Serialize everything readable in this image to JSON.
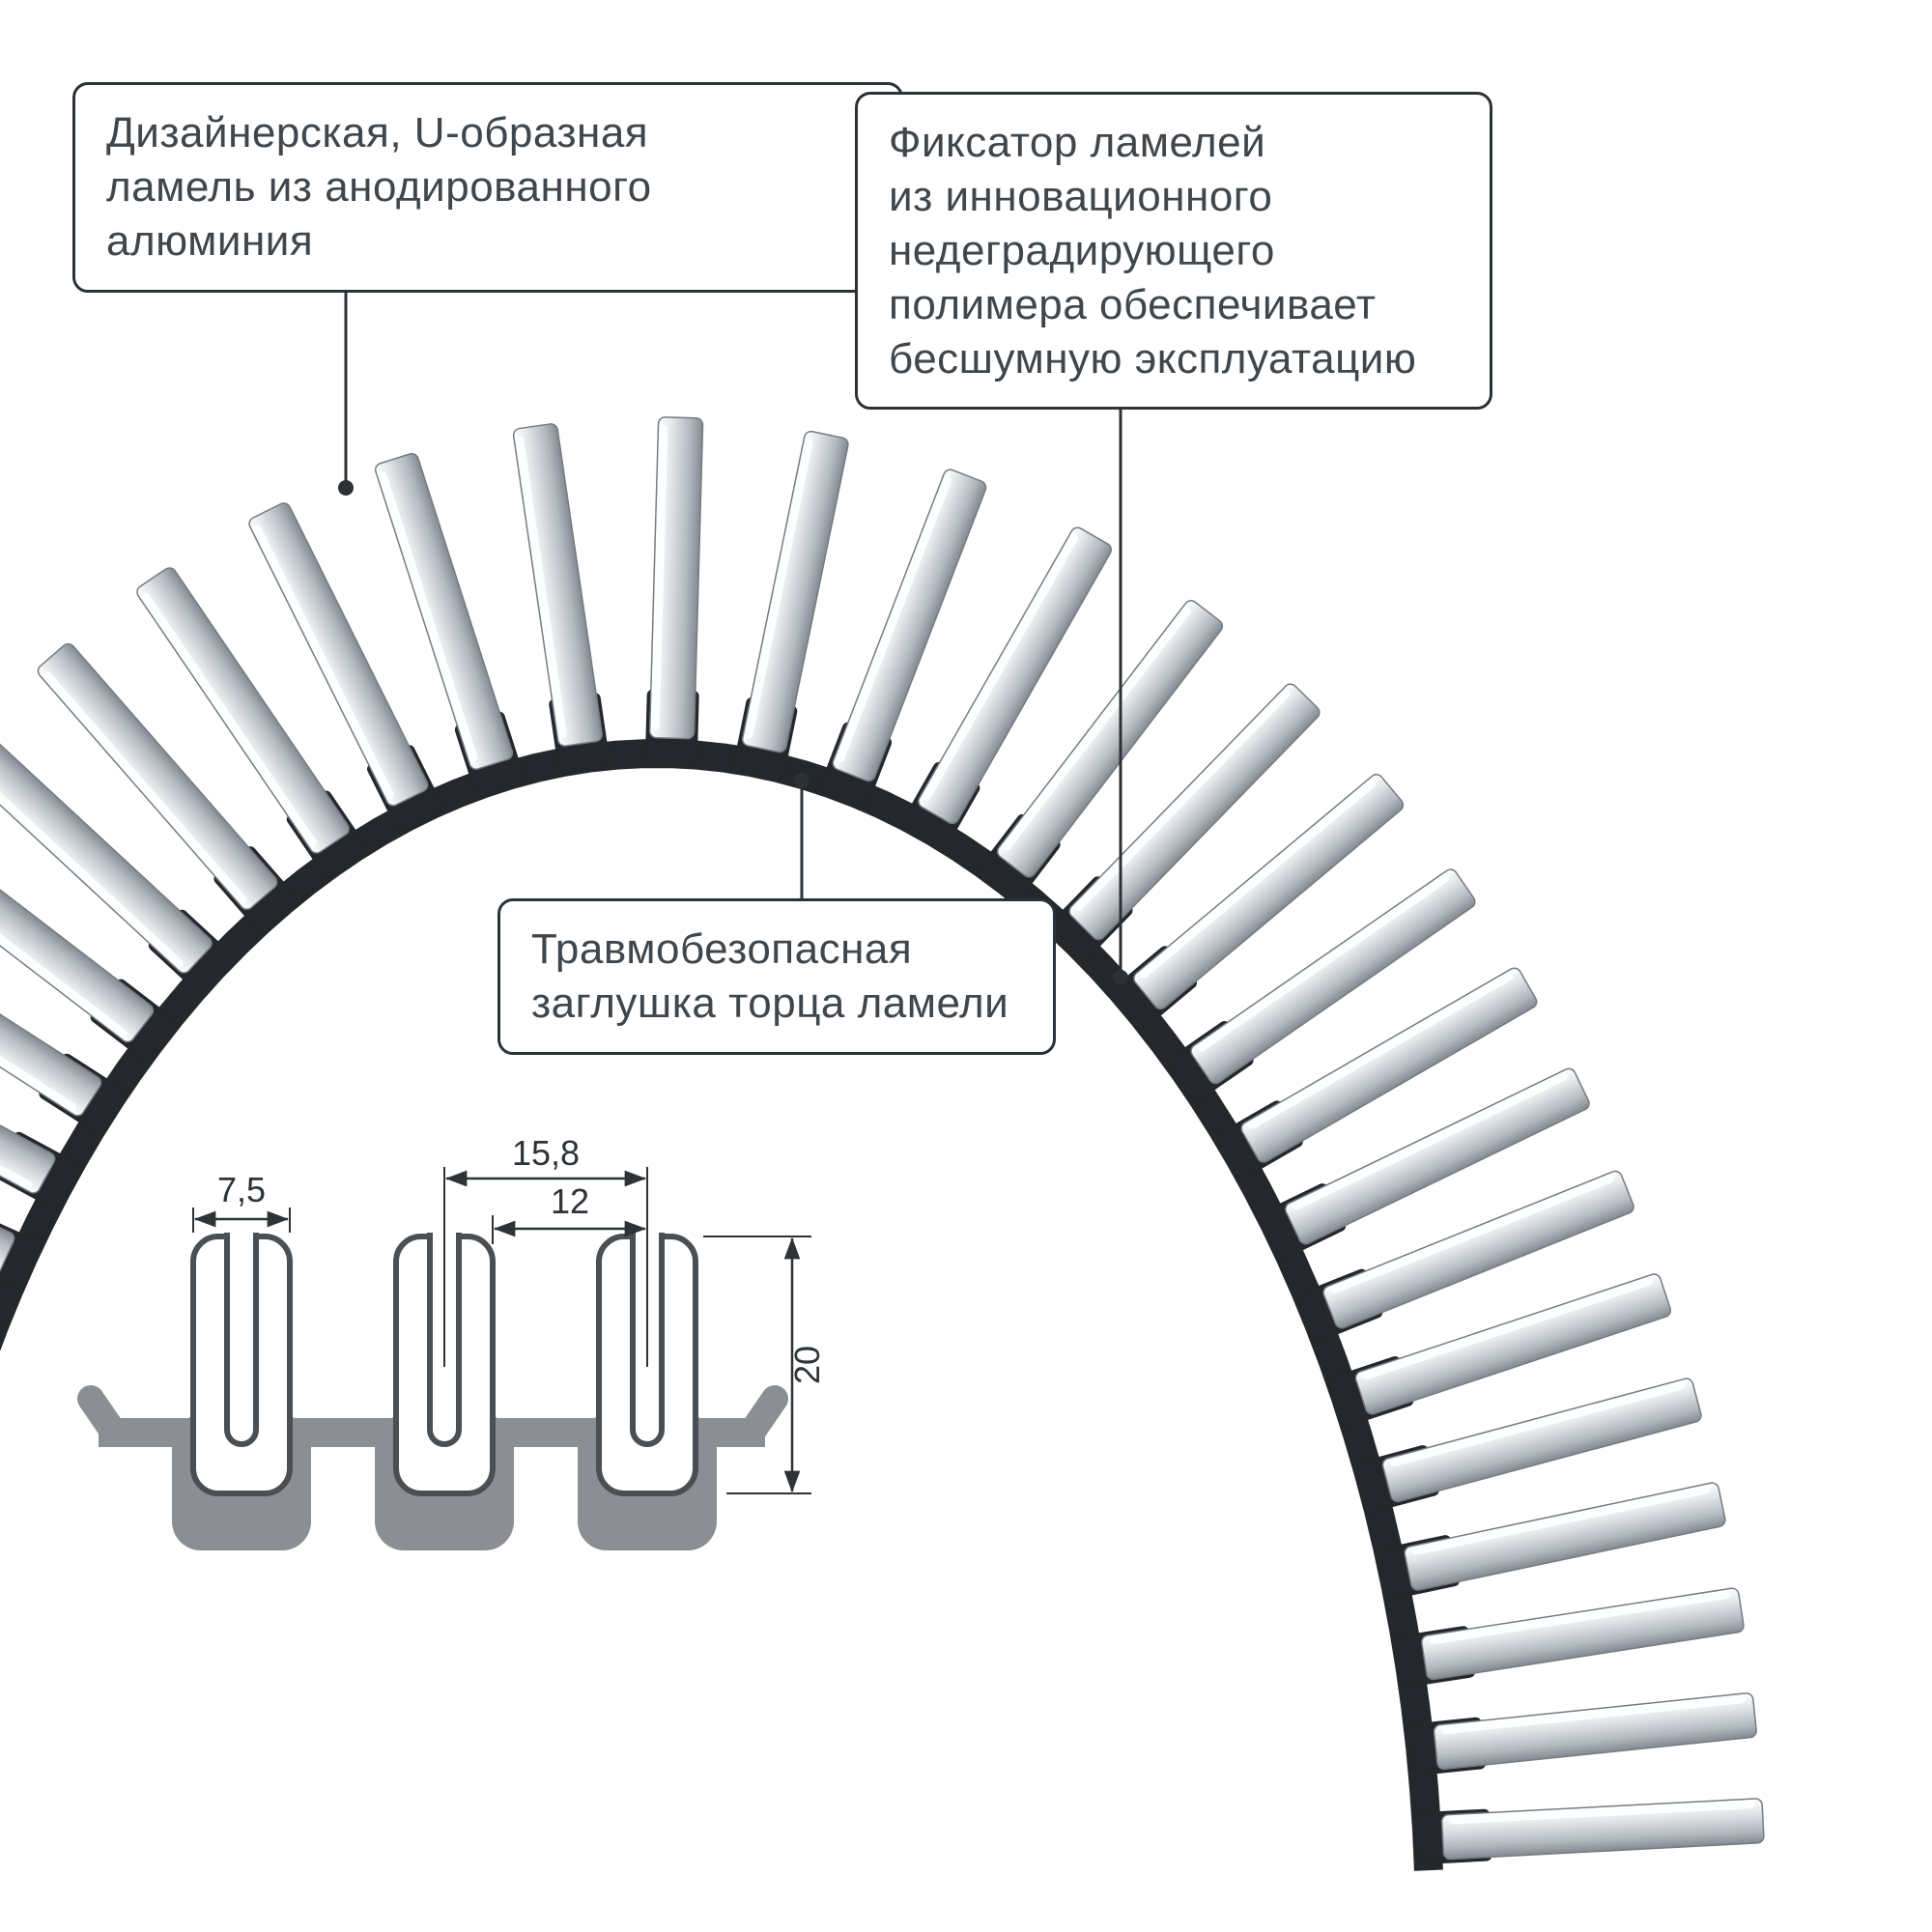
{
  "callouts": {
    "lamella": "Дизайнерская, U-образная\nламель из анодированного\nалюминия",
    "fixator": "Фиксатор ламелей\nиз инновационного\nнедеградирующего\nполимера обеспечивает\nбесшумную эксплуатацию",
    "endcap": "Травмобезопасная\nзаглушка торца ламели"
  },
  "dimensions": {
    "lamella_width": "7,5",
    "pitch": "15,8",
    "gap": "12",
    "height": "20"
  },
  "colors": {
    "outline": "#2c3135",
    "text": "#3f464c",
    "band_dark": "#24272b",
    "lamella_silver": "#c7ccd2",
    "section_gray": "#8b8f94"
  }
}
